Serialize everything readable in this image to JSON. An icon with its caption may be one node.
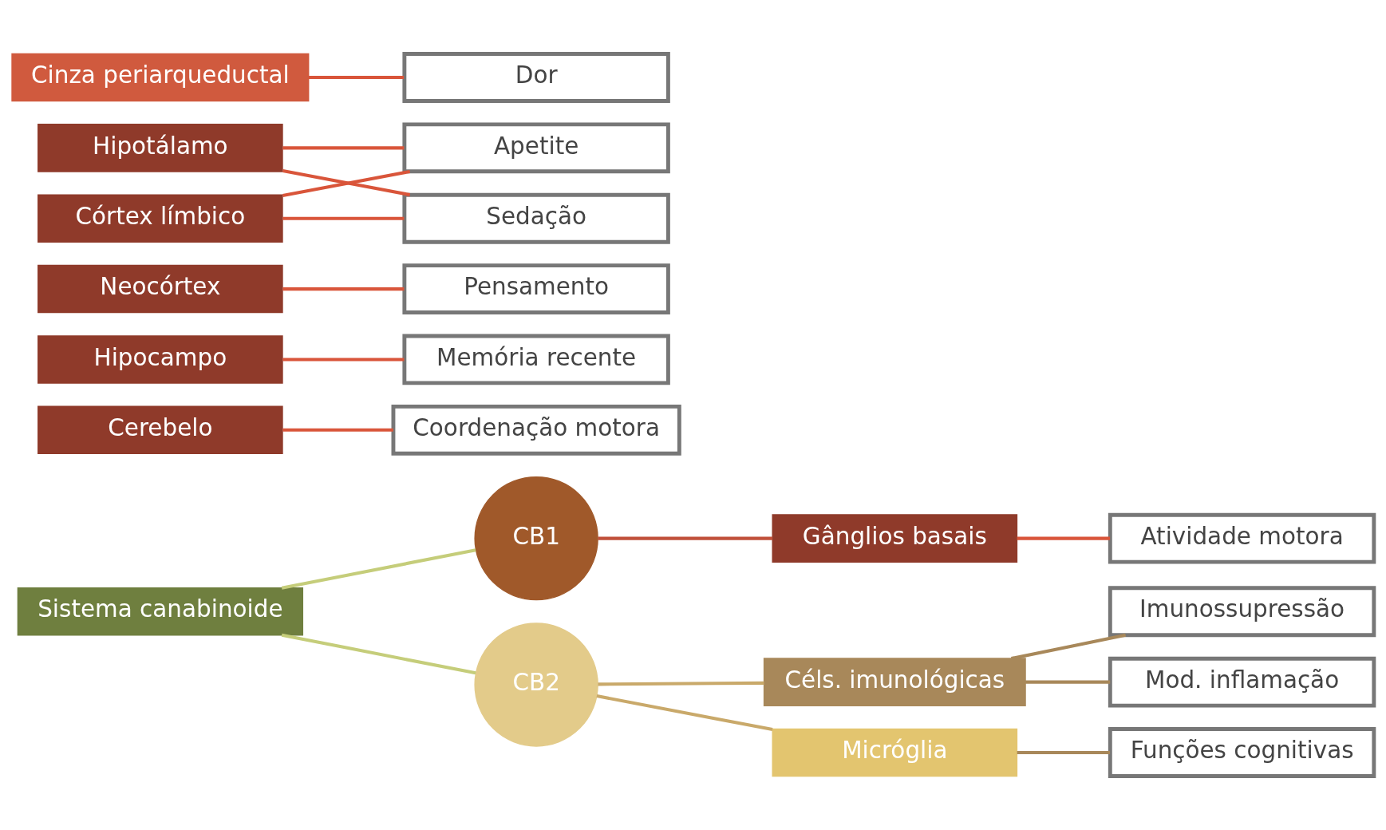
{
  "diagram": {
    "nodes": [
      {
        "text": [
          "Sistema canabinoide"
        ]
      },
      {
        "text": [
          "CB1"
        ]
      },
      {
        "text": [
          "CB2"
        ]
      },
      {
        "text": [
          "Gânglios basais"
        ]
      },
      {
        "text": [
          "Cerebelo"
        ]
      },
      {
        "text": [
          "Hipocampo"
        ]
      },
      {
        "text": [
          "Neocórtex"
        ]
      },
      {
        "text": [
          "Hipotálamo"
        ]
      },
      {
        "text": [
          "Córtex límbico"
        ]
      },
      {
        "text": [
          "Cinza periarqueductal"
        ]
      },
      {
        "text": [
          "Atividade motora"
        ]
      },
      {
        "text": [
          "Coordenação motora"
        ]
      },
      {
        "text": [
          "Memória recente"
        ]
      },
      {
        "text": [
          "Pensamento"
        ]
      },
      {
        "text": [
          "Apetite"
        ]
      },
      {
        "text": [
          "Sedação"
        ]
      },
      {
        "text": [
          "Dor"
        ]
      },
      {
        "text": [
          "Céls. imunológicas"
        ]
      },
      {
        "text": [
          "Imunossupressão"
        ]
      },
      {
        "text": [
          "Mod. inflamação"
        ]
      },
      {
        "text": [
          "Micróglia"
        ]
      },
      {
        "text": [
          "Funções cognitivas"
        ]
      }
    ],
    "edges": [
      {
        "from": 0,
        "to": 1,
        "arrow": "none",
        "color": "#c5cd7a"
      },
      {
        "from": 0,
        "to": 2,
        "arrow": "none",
        "color": "#c5cd7a"
      },
      {
        "from": 1,
        "to": 3,
        "arrow": "none",
        "color": "#c0503a"
      },
      {
        "from": 3,
        "to": 10,
        "arrow": "none",
        "color": "#d9553a"
      },
      {
        "from": 4,
        "to": 11,
        "arrow": "none",
        "color": "#d9553a"
      },
      {
        "from": 5,
        "to": 12,
        "arrow": "none",
        "color": "#d9553a"
      },
      {
        "from": 6,
        "to": 13,
        "arrow": "none",
        "color": "#d9553a"
      },
      {
        "from": 7,
        "to": 14,
        "arrow": "none",
        "color": "#d9553a"
      },
      {
        "from": 7,
        "to": 15,
        "arrow": "none",
        "color": "#d9553a"
      },
      {
        "from": 8,
        "to": 14,
        "arrow": "none",
        "color": "#d9553a"
      },
      {
        "from": 8,
        "to": 15,
        "arrow": "none",
        "color": "#d9553a"
      },
      {
        "from": 9,
        "to": 16,
        "arrow": "none",
        "color": "#d9553a"
      },
      {
        "from": 2,
        "to": 17,
        "arrow": "none",
        "color": "#c9a96a"
      },
      {
        "from": 2,
        "to": 20,
        "arrow": "none",
        "color": "#c9a96a"
      },
      {
        "from": 17,
        "to": 18,
        "arrow": "none",
        "color": "#a8885a"
      },
      {
        "from": 17,
        "to": 19,
        "arrow": "none",
        "color": "#a8885a"
      },
      {
        "from": 20,
        "to": 21,
        "arrow": "none",
        "color": "#a8885a"
      }
    ]
  }
}
